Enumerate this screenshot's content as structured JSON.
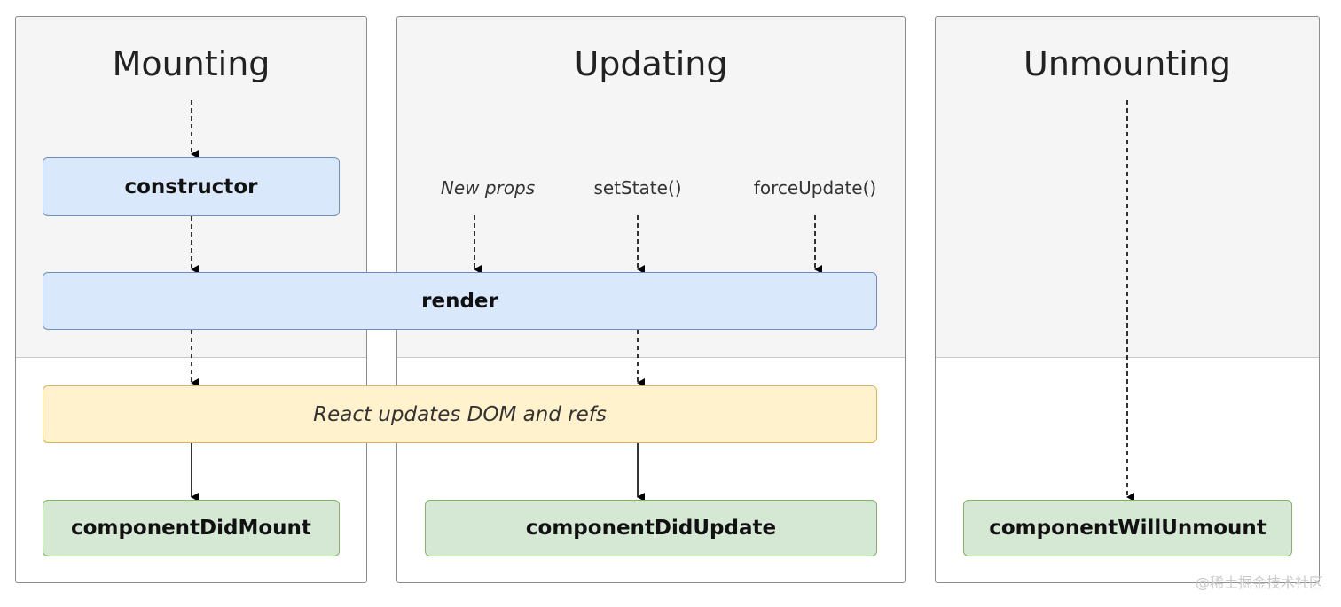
{
  "columns": {
    "mounting": "Mounting",
    "updating": "Updating",
    "unmounting": "Unmounting"
  },
  "nodes": {
    "constructor": "constructor",
    "render": "render",
    "dom_update": "React updates DOM and refs",
    "did_mount": "componentDidMount",
    "did_update": "componentDidUpdate",
    "will_unmount": "componentWillUnmount"
  },
  "triggers": {
    "new_props": "New props",
    "set_state": "setState()",
    "force_update": "forceUpdate()"
  },
  "watermark": "@稀土掘金技术社区",
  "colors": {
    "render_phase_fill": "#dae8fc",
    "commit_dom_fill": "#fff2cc",
    "lifecycle_fill": "#d5e8d4"
  }
}
